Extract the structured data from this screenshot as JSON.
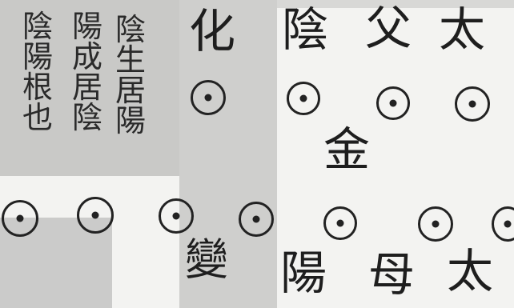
{
  "page": {
    "col_1": [
      "陰",
      "陽",
      "根",
      "也"
    ],
    "col_2": [
      "陽",
      "成",
      "居",
      "陰"
    ],
    "col_3": [
      "陰",
      "生",
      "居",
      "陽"
    ],
    "center_top": "化",
    "center_bottom": "變",
    "top_right": [
      "陰",
      "父",
      "太"
    ],
    "middle": "金",
    "bottom_right": [
      "陽",
      "母",
      "太"
    ]
  },
  "colors": {
    "ink": "#1e1e1e",
    "paper": "#f3f3f1",
    "panel": "#c9c9c7"
  }
}
